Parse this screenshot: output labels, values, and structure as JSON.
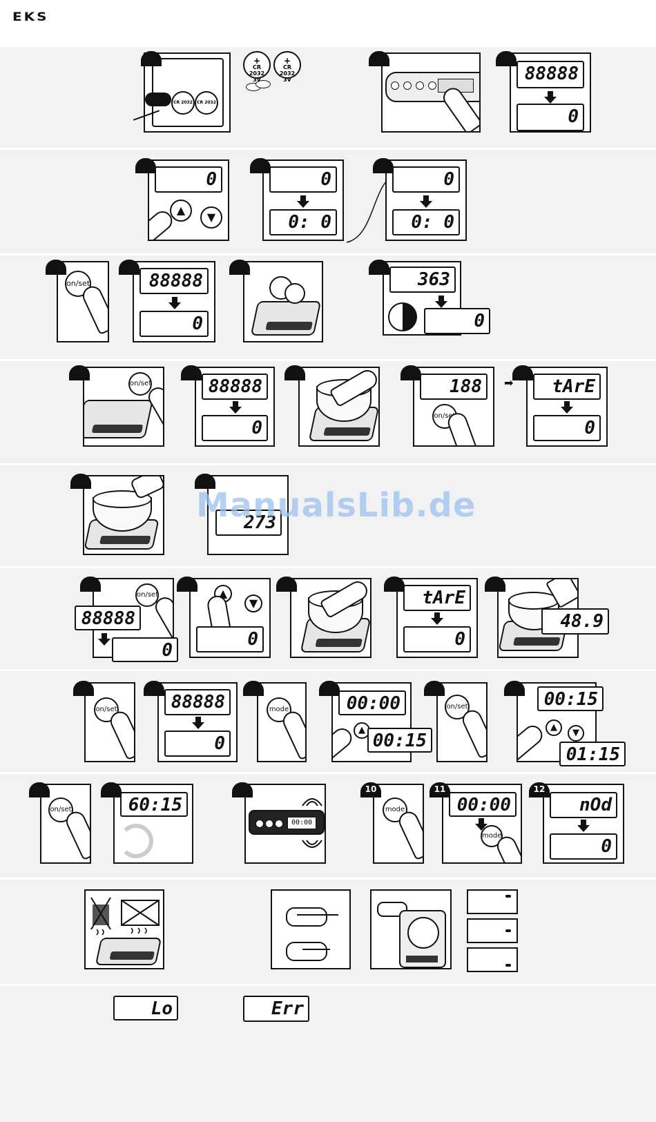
{
  "brand": {
    "logo": "EKS"
  },
  "watermark": "ManualsLib.de",
  "batteries": [
    {
      "label": "CR 2032",
      "voltage": "3V"
    },
    {
      "label": "CR 2032",
      "voltage": "3V"
    }
  ],
  "battery_case": {
    "cell1": "CR 2032",
    "cell2": "CR 2032",
    "v": "3V"
  },
  "buttons": {
    "on_set": "on/set",
    "mode": "mode",
    "up": "▲",
    "down": "▼"
  },
  "displays": {
    "all_segments": "88888",
    "zero": "0",
    "zero_time": "0:  0",
    "weight_363": "363",
    "tare_check": "188",
    "tare": "tArE",
    "weight_273": "273",
    "weight_489": "48.9",
    "timer_zero": "00:00",
    "timer_15": "00:15",
    "timer_115": "01:15",
    "timer_6015": "60:15",
    "timer_device": "00:00",
    "mode_nod": "nOd",
    "low": "Lo",
    "error": "Err"
  },
  "steps": {
    "s10": "10",
    "s11": "11",
    "s12": "12"
  }
}
